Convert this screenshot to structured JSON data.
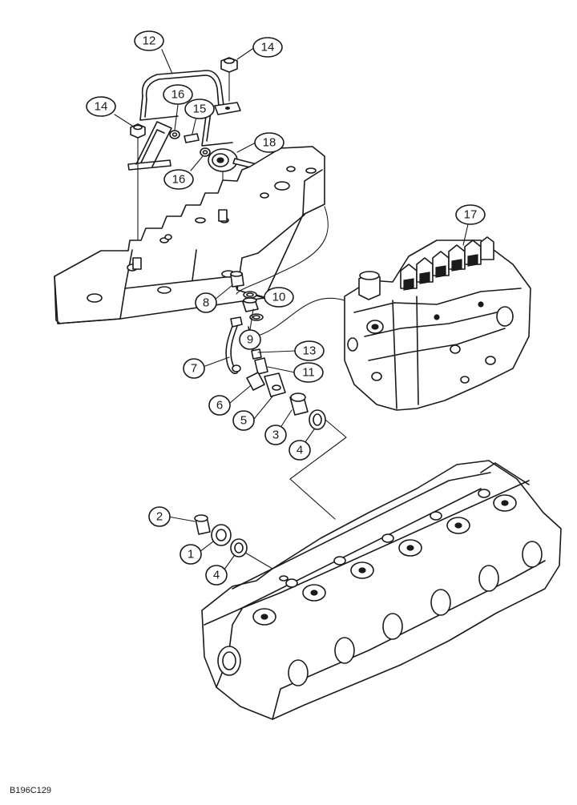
{
  "figure_code": "B196C129",
  "callouts": [
    {
      "id": "c12",
      "label": "12"
    },
    {
      "id": "c14a",
      "label": "14"
    },
    {
      "id": "c14b",
      "label": "14"
    },
    {
      "id": "c16a",
      "label": "16"
    },
    {
      "id": "c15",
      "label": "15"
    },
    {
      "id": "c18",
      "label": "18"
    },
    {
      "id": "c16b",
      "label": "16"
    },
    {
      "id": "c17",
      "label": "17"
    },
    {
      "id": "c8",
      "label": "8"
    },
    {
      "id": "c10",
      "label": "10"
    },
    {
      "id": "c9",
      "label": "9"
    },
    {
      "id": "c13",
      "label": "13"
    },
    {
      "id": "c7",
      "label": "7"
    },
    {
      "id": "c11",
      "label": "11"
    },
    {
      "id": "c6",
      "label": "6"
    },
    {
      "id": "c5",
      "label": "5"
    },
    {
      "id": "c3",
      "label": "3"
    },
    {
      "id": "c4a",
      "label": "4"
    },
    {
      "id": "c2",
      "label": "2"
    },
    {
      "id": "c1",
      "label": "1"
    },
    {
      "id": "c4b",
      "label": "4"
    }
  ]
}
